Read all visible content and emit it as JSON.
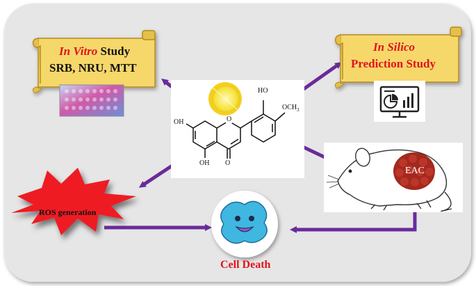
{
  "in_vitro": {
    "title_italic": "In Vitro",
    "title_rest": " Study",
    "assays": "SRB, NRU, MTT"
  },
  "in_silico": {
    "title": "In Silico",
    "subtitle": "Prediction Study"
  },
  "molecule_labels": {
    "ho_top": "HO",
    "och3": "OCH",
    "och3_sub": "3",
    "oh_left": "OH",
    "oh_bottom": "OH",
    "carbonyl_o": "O",
    "ring_o": "O"
  },
  "ros": {
    "label": "ROS generation"
  },
  "tumor": {
    "label": "EAC"
  },
  "outcome": {
    "label": "Cell Death"
  },
  "colors": {
    "arrow": "#6a2b9a",
    "scroll": "#f6d76a",
    "scroll_edge": "#b48c22",
    "ros_red": "#ee1c24",
    "cell": "#3fb7e0",
    "tumor": "#a3281e",
    "panel_bg": "#e6e6e6"
  },
  "icons": [
    "lemon-slice-icon",
    "monitor-chart-icon",
    "well-plate-image",
    "mouse-illustration",
    "cell-character-icon"
  ]
}
